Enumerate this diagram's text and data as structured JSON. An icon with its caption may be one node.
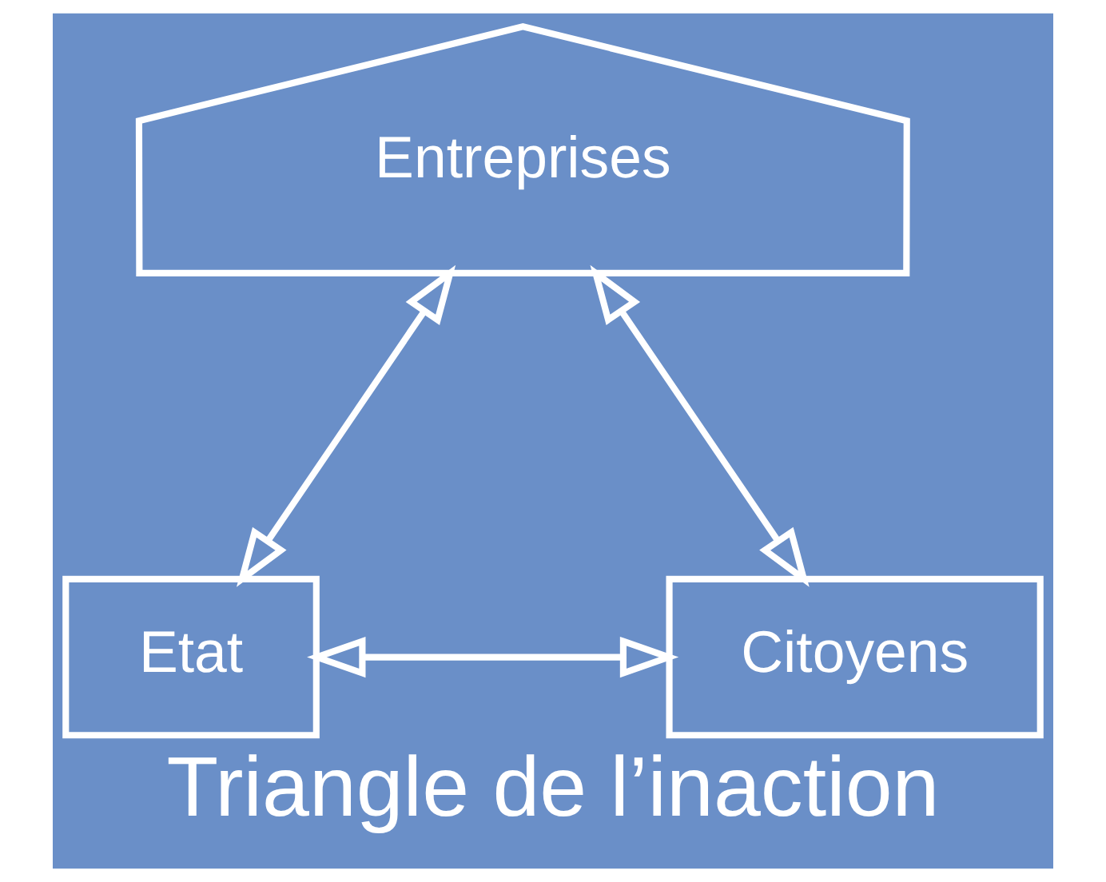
{
  "diagram": {
    "title": "Triangle de l’inaction",
    "nodes": [
      {
        "text": [
          "Entreprises"
        ]
      },
      {
        "text": [
          "Etat"
        ]
      },
      {
        "text": [
          "Citoyens"
        ]
      }
    ],
    "edges": [
      {
        "from": 0,
        "to": 1,
        "arrow": "both"
      },
      {
        "from": 0,
        "to": 2,
        "arrow": "both"
      },
      {
        "from": 1,
        "to": 2,
        "arrow": "both"
      }
    ]
  }
}
